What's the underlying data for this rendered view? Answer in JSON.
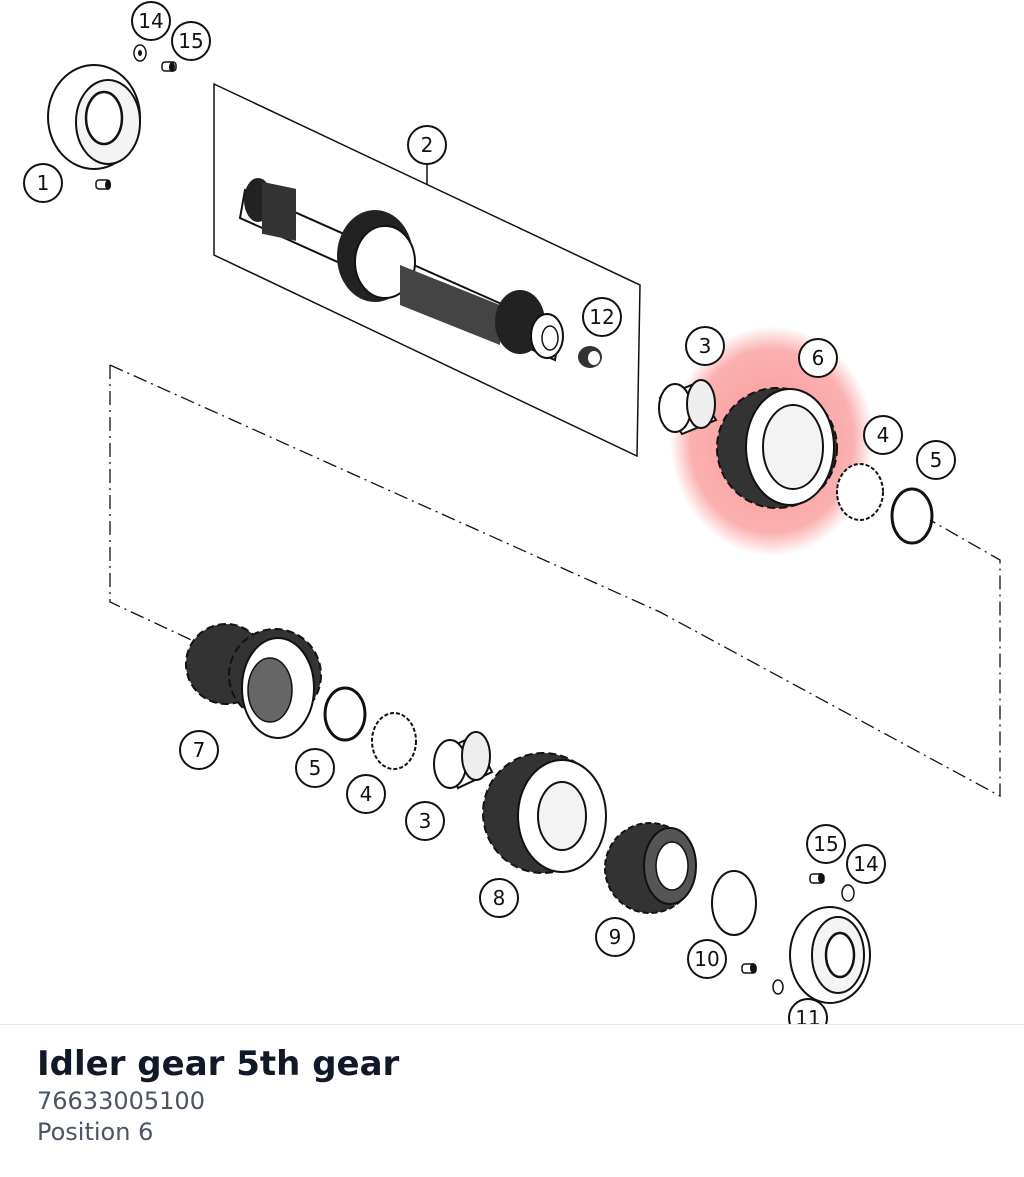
{
  "part": {
    "title": "Idler gear 5th gear",
    "number": "76633005100",
    "position": "Position 6"
  },
  "highlight_color": "#f87171",
  "callouts": [
    {
      "id": "c14a",
      "label": "14"
    },
    {
      "id": "c15a",
      "label": "15"
    },
    {
      "id": "c1",
      "label": "1"
    },
    {
      "id": "c2",
      "label": "2"
    },
    {
      "id": "c12",
      "label": "12"
    },
    {
      "id": "c3a",
      "label": "3"
    },
    {
      "id": "c6",
      "label": "6"
    },
    {
      "id": "c4a",
      "label": "4"
    },
    {
      "id": "c5a",
      "label": "5"
    },
    {
      "id": "c7",
      "label": "7"
    },
    {
      "id": "c5b",
      "label": "5"
    },
    {
      "id": "c4b",
      "label": "4"
    },
    {
      "id": "c3b",
      "label": "3"
    },
    {
      "id": "c8",
      "label": "8"
    },
    {
      "id": "c9",
      "label": "9"
    },
    {
      "id": "c15b",
      "label": "15"
    },
    {
      "id": "c14b",
      "label": "14"
    },
    {
      "id": "c10",
      "label": "10"
    },
    {
      "id": "c11",
      "label": "11"
    }
  ]
}
